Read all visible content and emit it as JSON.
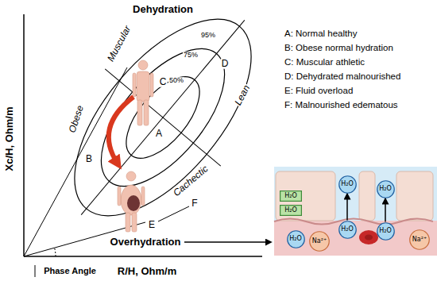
{
  "diagram": {
    "nodes": [
      {
        "text": [
          "H₂O"
        ]
      },
      {
        "text": [
          "H₂O"
        ]
      },
      {
        "text": [
          "H₂O"
        ]
      },
      {
        "text": [
          "H₂O"
        ]
      },
      {
        "text": [
          "H₂O"
        ]
      },
      {
        "text": [
          "H₂O"
        ]
      },
      {
        "text": [
          "H₂O"
        ]
      },
      {
        "text": [
          "Na²⁺"
        ]
      },
      {
        "text": [
          "Na²⁺"
        ]
      }
    ],
    "edges": [
      {
        "from": 3,
        "to": 2,
        "arrow": "to"
      },
      {
        "from": 5,
        "to": 4,
        "arrow": "to"
      }
    ],
    "labels": [
      "Dehydration",
      "Muscular",
      "Lean",
      "Obese",
      "Cachectic",
      "95%",
      "75%",
      "50%",
      "A",
      "B",
      "C",
      "D",
      "E",
      "F",
      "A: Normal healthy",
      "B: Obese normal hydration",
      "C: Muscular athletic",
      "D: Dehydrated malnourished",
      "E: Fluid overload",
      "F: Malnourished edematous",
      "Overhydration",
      "Phase Angle",
      "Xc/H, Ohm/m",
      "R/H, Ohm/m"
    ]
  }
}
